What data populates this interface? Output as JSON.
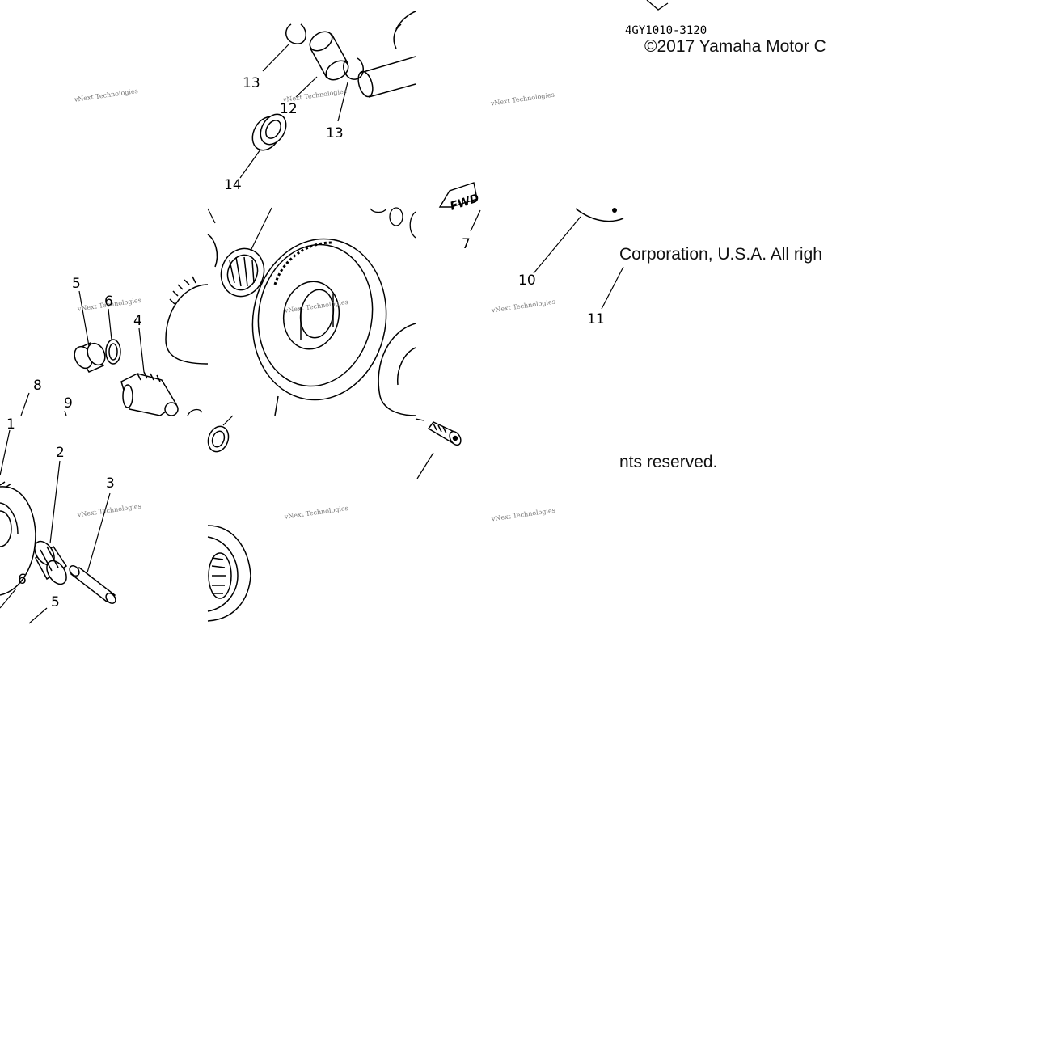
{
  "diagram": {
    "part_code": "4GY1010-3120",
    "fwd_label": "FWD",
    "watermark": "vNext Technologies",
    "callouts": [
      "13",
      "12",
      "13",
      "14",
      "7",
      "10",
      "11",
      "5",
      "6",
      "4",
      "8",
      "9",
      "1",
      "2",
      "3",
      "6",
      "5"
    ],
    "copyright_line1": "©2017 Yamaha Motor C",
    "copyright_line2": "Corporation, U.S.A. All righ",
    "copyright_line3": "nts reserved."
  }
}
